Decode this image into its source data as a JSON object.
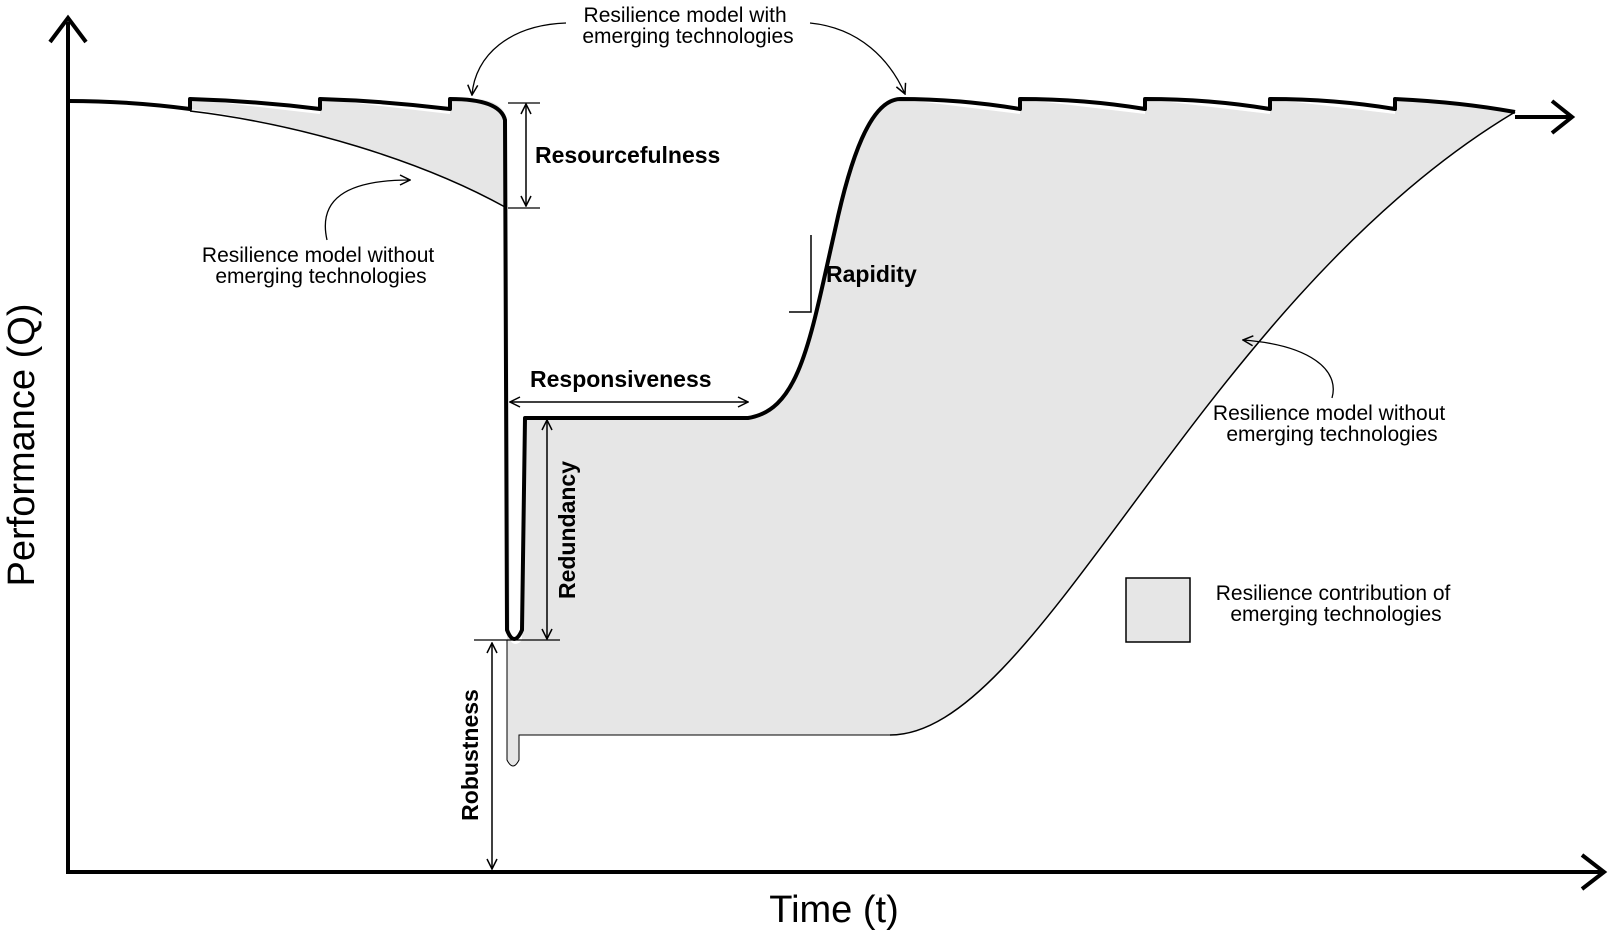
{
  "axes": {
    "x_label": "Time (t)",
    "y_label": "Performance (Q)"
  },
  "annotations": {
    "with_tech": [
      "Resilience model with",
      "emerging technologies"
    ],
    "without_tech_left": [
      "Resilience model without",
      "emerging technologies"
    ],
    "without_tech_right": [
      "Resilience model without",
      "emerging technologies"
    ]
  },
  "metrics": {
    "resourcefulness": "Resourcefulness",
    "rapidity": "Rapidity",
    "responsiveness": "Responsiveness",
    "redundancy": "Redundancy",
    "robustness": "Robustness"
  },
  "legend": {
    "label": [
      "Resilience contribution of",
      "emerging technologies"
    ],
    "swatch_color": "#e6e6e6"
  },
  "colors": {
    "fill": "#e6e6e6",
    "line": "#000000"
  }
}
